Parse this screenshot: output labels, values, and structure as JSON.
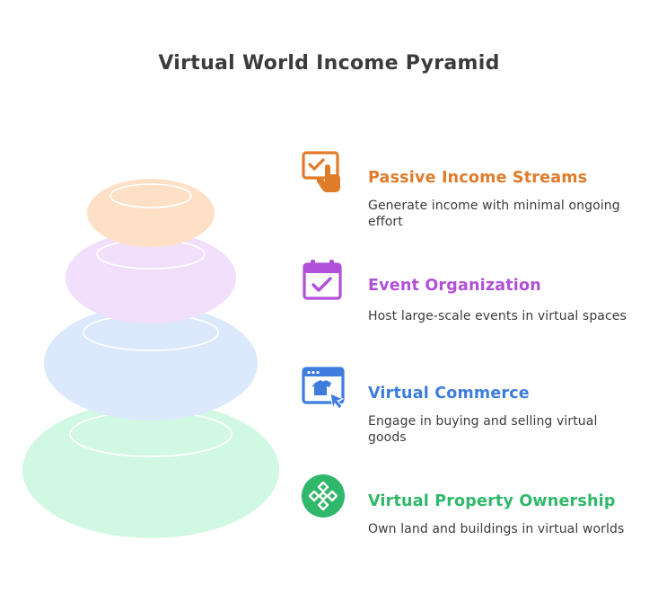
{
  "title": "Virtual World Income Pyramid",
  "items": [
    {
      "heading": "Passive Income Streams",
      "description": "Generate income with minimal ongoing effort",
      "color": "#e07b2a",
      "icon": "hand-click-icon"
    },
    {
      "heading": "Event Organization",
      "description": "Host large-scale events in virtual spaces",
      "color": "#b04fd8",
      "icon": "calendar-check-icon"
    },
    {
      "heading": "Virtual Commerce",
      "description": "Engage in buying and selling virtual goods",
      "color": "#3e7ddc",
      "icon": "browser-shirt-icon"
    },
    {
      "heading": "Virtual Property Ownership",
      "description": "Own land and buildings in virtual worlds",
      "color": "#2fb86a",
      "icon": "diamond-grid-icon"
    }
  ],
  "tiers": [
    {
      "name": "Passive Income Streams",
      "fill": "#fde0c6"
    },
    {
      "name": "Event Organization",
      "fill": "#f2dffb"
    },
    {
      "name": "Virtual Commerce",
      "fill": "#dce8fb"
    },
    {
      "name": "Virtual Property Ownership",
      "fill": "#d1f8e3"
    }
  ]
}
